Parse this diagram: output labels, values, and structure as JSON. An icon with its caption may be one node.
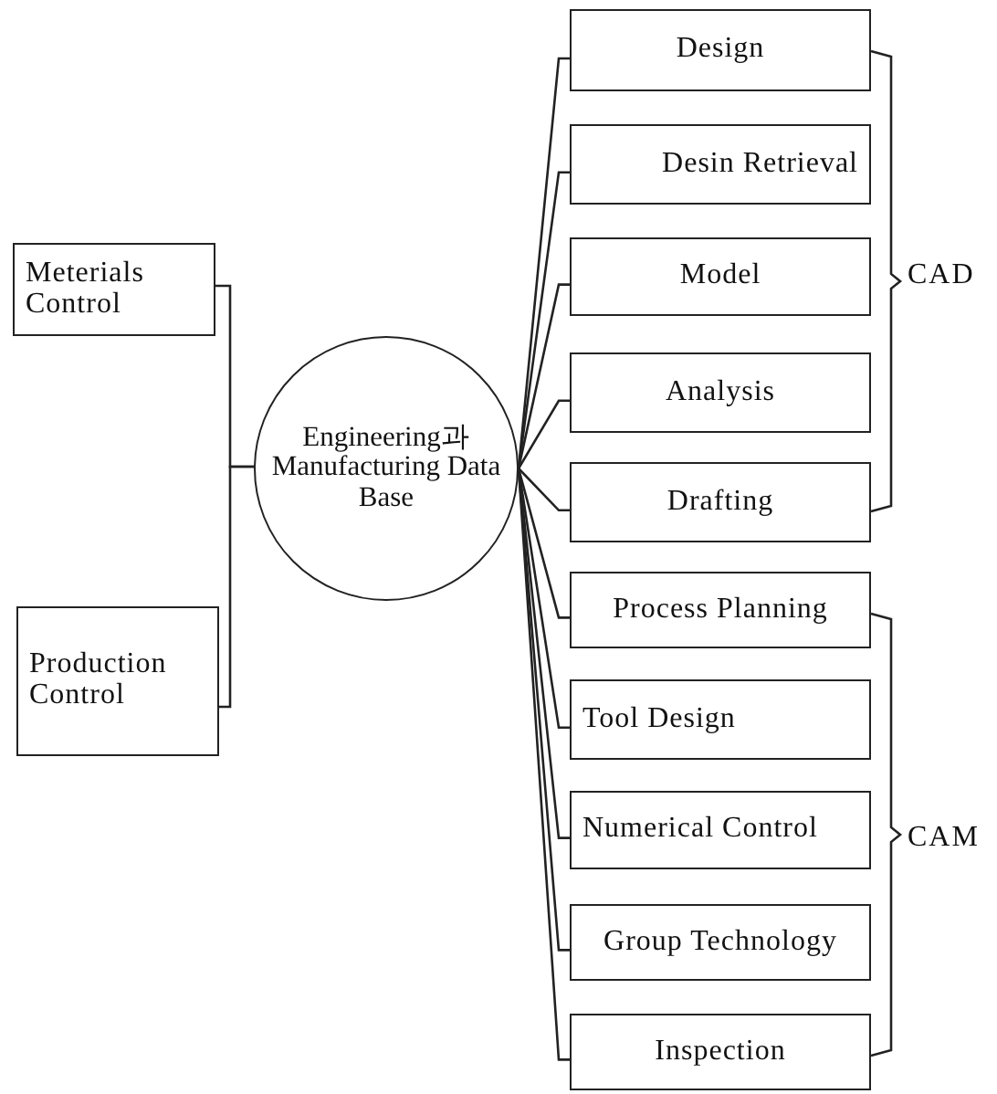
{
  "diagram": {
    "nodes": [
      {
        "text": [
          "Meterials Control"
        ]
      },
      {
        "text": [
          "Production Control"
        ]
      },
      {
        "text": [
          "Engineering과 Manufacturing Data Base"
        ]
      },
      {
        "text": [
          "Design"
        ]
      },
      {
        "text": [
          "Desin Retrieval"
        ]
      },
      {
        "text": [
          "Model"
        ]
      },
      {
        "text": [
          "Analysis"
        ]
      },
      {
        "text": [
          "Drafting"
        ]
      },
      {
        "text": [
          "Process Planning"
        ]
      },
      {
        "text": [
          "Tool Design"
        ]
      },
      {
        "text": [
          "Numerical Control"
        ]
      },
      {
        "text": [
          "Group Technology"
        ]
      },
      {
        "text": [
          "Inspection"
        ]
      }
    ],
    "edges": [
      {
        "from": 0,
        "to": 2,
        "arrow": "none"
      },
      {
        "from": 1,
        "to": 2,
        "arrow": "none"
      },
      {
        "from": 2,
        "to": 3,
        "arrow": "none"
      },
      {
        "from": 2,
        "to": 4,
        "arrow": "none"
      },
      {
        "from": 2,
        "to": 5,
        "arrow": "none"
      },
      {
        "from": 2,
        "to": 6,
        "arrow": "none"
      },
      {
        "from": 2,
        "to": 7,
        "arrow": "none"
      },
      {
        "from": 2,
        "to": 8,
        "arrow": "none"
      },
      {
        "from": 2,
        "to": 9,
        "arrow": "none"
      },
      {
        "from": 2,
        "to": 10,
        "arrow": "none"
      },
      {
        "from": 2,
        "to": 11,
        "arrow": "none"
      },
      {
        "from": 2,
        "to": 12,
        "arrow": "none"
      }
    ],
    "labels": [
      "CAD",
      "CAM"
    ]
  }
}
